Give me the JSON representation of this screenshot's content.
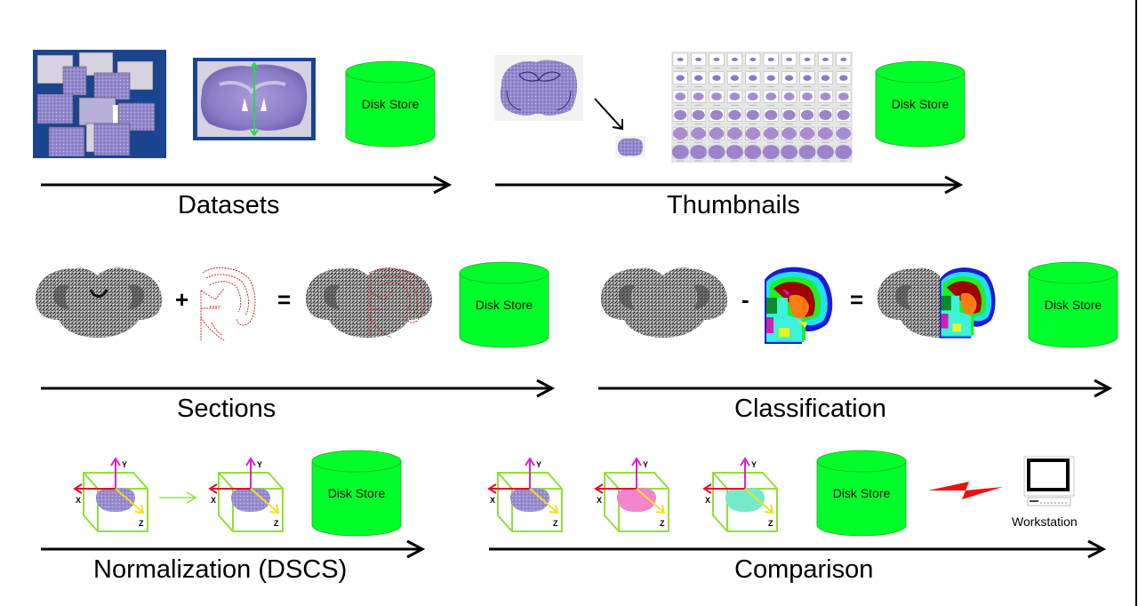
{
  "stages": {
    "datasets": {
      "label": "Datasets",
      "disk_label": "Disk Store"
    },
    "thumbnails": {
      "label": "Thumbnails",
      "disk_label": "Disk Store"
    },
    "sections": {
      "label": "Sections",
      "disk_label": "Disk Store",
      "operator_plus": "+",
      "operator_equals": "="
    },
    "classification": {
      "label": "Classification",
      "disk_label": "Disk Store",
      "operator_minus": "-",
      "operator_equals": "="
    },
    "normalization": {
      "label": "Normalization (DSCS)",
      "disk_label": "Disk Store"
    },
    "comparison": {
      "label": "Comparison",
      "disk_label": "Disk Store",
      "workstation_label": "Workstation"
    }
  },
  "axes": {
    "x": "X",
    "y": "Y",
    "z": "Z"
  },
  "thumbnail_grid": {
    "rows": 6,
    "cols": 10
  },
  "colors": {
    "disk_green": "#00ff2a",
    "slide_blue": "#1a4490",
    "nissl_purple": "#8a7cc6",
    "cube_green": "#8fe03a",
    "axis_x": "#e0102a",
    "axis_y": "#e020d0",
    "axis_z": "#f4e020",
    "contour_red": "#d01010",
    "lightning_red": "#ee1010"
  }
}
